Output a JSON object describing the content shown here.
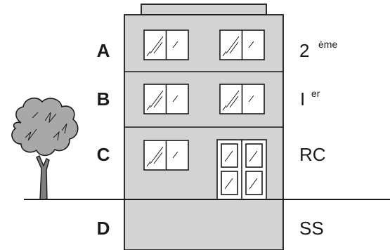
{
  "floors": [
    {
      "letter": "A",
      "name": "2",
      "sup": "ème"
    },
    {
      "letter": "B",
      "name": "I",
      "sup": "er"
    },
    {
      "letter": "C",
      "name": "RC",
      "sup": ""
    },
    {
      "letter": "D",
      "name": "SS",
      "sup": ""
    }
  ],
  "colors": {
    "building": "#d3d3d3",
    "outline": "#1a1a1a",
    "tree_canopy": "#a8a8a8",
    "background": "#ffffff"
  }
}
